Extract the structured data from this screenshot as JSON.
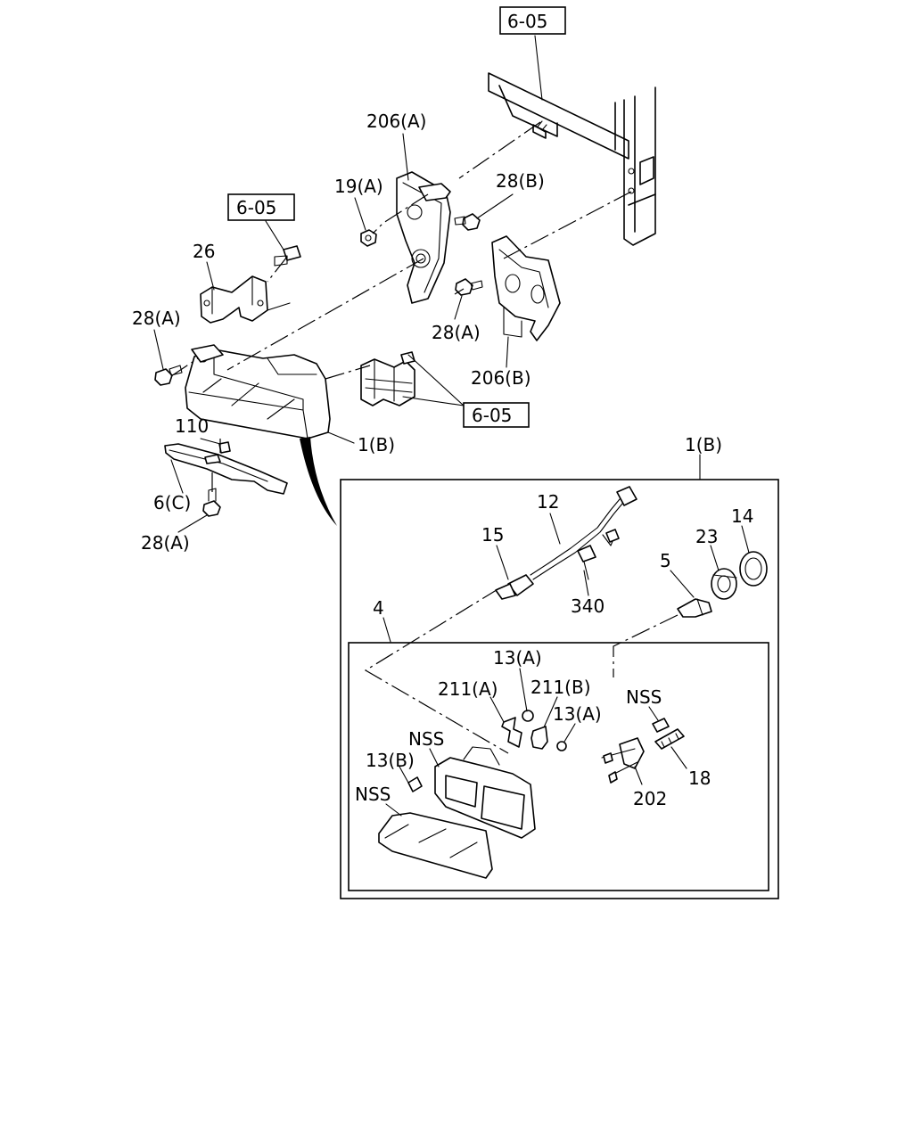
{
  "labels": {
    "ref_top": "6-05",
    "ref_left": "6-05",
    "ref_mid": "6-05",
    "p206a": "206(A)",
    "p19a": "19(A)",
    "p28b": "28(B)",
    "p26": "26",
    "p28a_left": "28(A)",
    "p28a_mid": "28(A)",
    "p206b": "206(B)",
    "p110": "110",
    "p1b": "1(B)",
    "p6c": "6(C)",
    "p28a_bottom": "28(A)",
    "p1b_detail": "1(B)",
    "p12": "12",
    "p15": "15",
    "p340": "340",
    "p5": "5",
    "p23": "23",
    "p14": "14",
    "p4": "4",
    "p13a_top": "13(A)",
    "p211a": "211(A)",
    "p211b": "211(B)",
    "p13a_right": "13(A)",
    "pnss_top": "NSS",
    "pnss_mid": "NSS",
    "p13b": "13(B)",
    "pnss_lens": "NSS",
    "p18": "18",
    "p202": "202"
  }
}
